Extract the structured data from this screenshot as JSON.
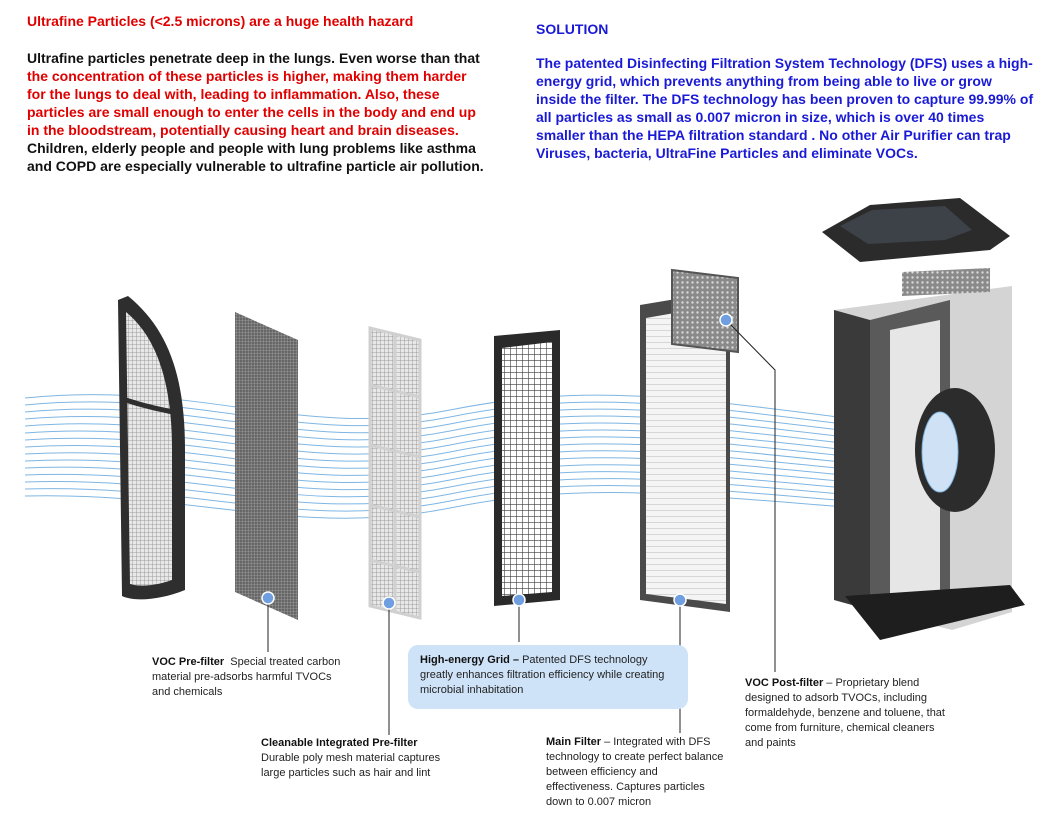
{
  "hazard": {
    "title": "Ultrafine Particles (<2.5 microns) are a huge health hazard",
    "body_1": "Ultrafine particles penetrate deep in the lungs. Even worse than that ",
    "body_red_1": "the concentration of these particles is higher, making them harder for the lungs to deal with, leading to inflammation. Also, these particles are small enough to enter the cells in the body and end up in the bloodstream, potentially causing heart and brain diseases.",
    "body_2": " Children, elderly people and people with lung problems like asthma and COPD are especially vulnerable to ultrafine particle air pollution."
  },
  "solution": {
    "title": "SOLUTION",
    "body": "The patented Disinfecting Filtration System Technology (DFS) uses a high-energy grid, which prevents anything from being able to live or grow inside the filter. The DFS technology has been proven to capture 99.99% of all particles as small as 0.007 micron in size, which is over 40 times smaller than the HEPA filtration standard . No other Air Purifier can trap Viruses, bacteria, UltraFine Particles and eliminate VOCs."
  },
  "captions": {
    "voc_pre": {
      "title": "VOC Pre-filter",
      "text": "Special treated carbon material pre-adsorbs harmful TVOCs and chemicals"
    },
    "cleanable": {
      "title": "Cleanable Integrated Pre-filter",
      "text": "Durable poly mesh material captures large particles such as hair and lint"
    },
    "hegrid": {
      "title": "High-energy Grid –",
      "text": "Patented DFS technology greatly enhances filtration efficiency while creating microbial inhabitation"
    },
    "main": {
      "title": "Main Filter",
      "text": "– Integrated with DFS technology to create perfect balance between efficiency and effectiveness. Captures particles down to 0.007 micron"
    },
    "voc_post": {
      "title": "VOC Post-filter",
      "text": "– Proprietary blend designed to adsorb TVOCs, including formaldehyde, benzene and toluene, that come from furniture, chemical cleaners and paints"
    }
  },
  "colors": {
    "red": "#e00000",
    "blue": "#1a1ad6",
    "airflow": "#7fb6e3",
    "marker": "#6f9fe0",
    "callout_bg": "#cfe3f8"
  }
}
